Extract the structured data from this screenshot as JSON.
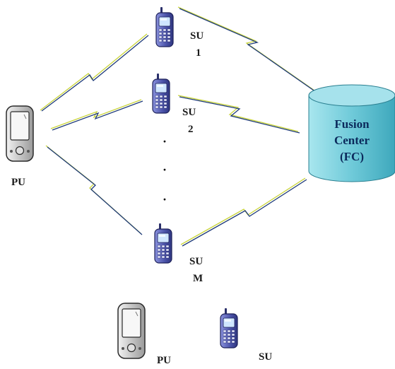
{
  "diagram": {
    "pu_label": "PU",
    "su1_label": [
      "SU",
      "1"
    ],
    "su2_label": [
      "SU",
      "2"
    ],
    "sum_label": [
      "SU",
      "M"
    ],
    "ellipsis": [
      "·",
      "·",
      "·"
    ],
    "fc_label": [
      "Fusion",
      "Center",
      "(FC)"
    ],
    "legend": {
      "pu_label": "PU",
      "su_label": "SU"
    },
    "colors": {
      "link": "#1f3b7a",
      "link_highlight": "#c9d43a",
      "fc_body": "#7fd3e0",
      "fc_top": "#9fe3ee",
      "phone_body": "#5a63b8",
      "pu_body": "#d9d9d9"
    }
  }
}
